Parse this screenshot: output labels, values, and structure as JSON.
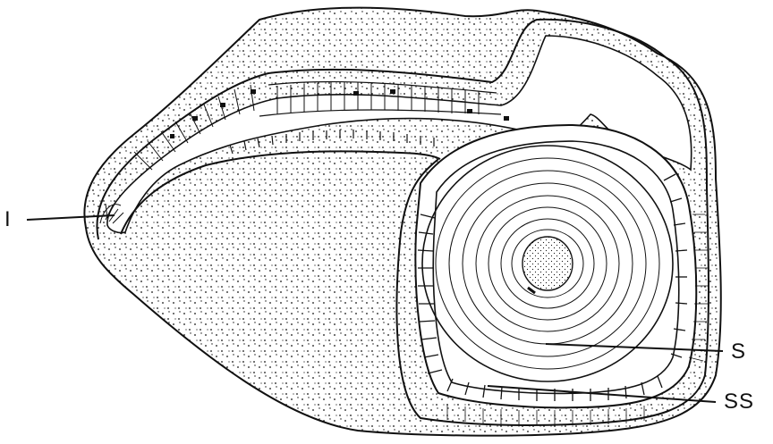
{
  "labels": {
    "i": "I",
    "s": "S",
    "ss": "SS"
  },
  "colors": {
    "ink": "#111111",
    "background": "#ffffff"
  }
}
